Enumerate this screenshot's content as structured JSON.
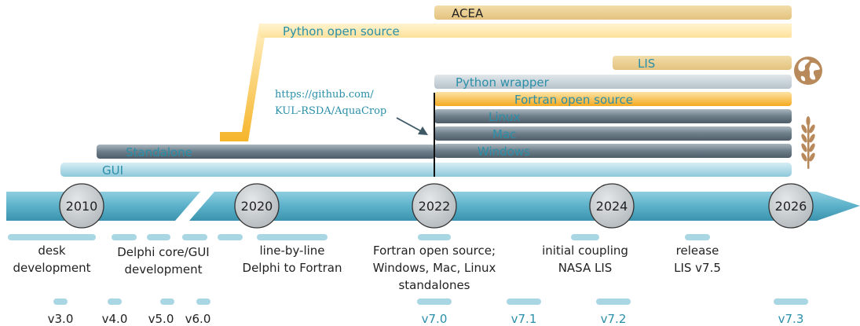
{
  "years": [
    "2010",
    "2020",
    "2022",
    "2024",
    "2026"
  ],
  "bars": {
    "acea": "ACEA",
    "python_open_source": "Python open source",
    "lis": "LIS",
    "python_wrapper": "Python wrapper",
    "fortran_open_source": "Fortran open source",
    "linux": "Linux",
    "mac": "Mac",
    "windows": "Windows",
    "standalone": "Standalone",
    "gui": "GUI"
  },
  "link_annotation": {
    "line1": "https://github.com/",
    "line2": "KUL-RSDA/AquaCrop"
  },
  "milestones": {
    "desk": [
      "desk",
      "development"
    ],
    "delphi": [
      "Delphi core/GUI",
      "development"
    ],
    "line_by_line": [
      "line-by-line",
      "Delphi to Fortran"
    ],
    "fortran": [
      "Fortran open source;",
      "Windows, Mac, Linux",
      "standalones"
    ],
    "coupling": [
      "initial coupling",
      "NASA LIS"
    ],
    "release": [
      "release",
      "LIS v7.5"
    ]
  },
  "versions": [
    "v3.0",
    "v4.0",
    "v5.0",
    "v6.0",
    "v7.0",
    "v7.1",
    "v7.2",
    "v7.3"
  ],
  "icons": [
    "globe-icon",
    "wheat-icon"
  ],
  "colors": {
    "timeline_blue": "#5fb4cc",
    "gui_bar": "#a9d6e3",
    "standalone_bar": "#6d7e8a",
    "fortran_bar": "#f7b33a",
    "python_bar": "#fde7a8",
    "acea_bar": "#e9cf8f",
    "lis_bar": "#e9cf8f",
    "wrapper_bar": "#c9d3da",
    "teal_text": "#2a8fa8",
    "icon_brown": "#b8895a"
  }
}
